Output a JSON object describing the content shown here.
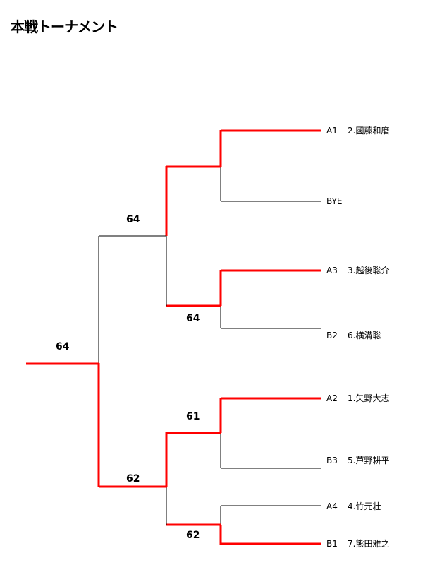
{
  "title": "本戦トーナメント",
  "colors": {
    "winner": "#ff0000",
    "line": "#000000"
  },
  "entries": [
    {
      "seed": "A1",
      "name": "2.國藤和磨"
    },
    {
      "seed": "",
      "name": "BYE"
    },
    {
      "seed": "A3",
      "name": "3.越後聡介"
    },
    {
      "seed": "B2",
      "name": "6.横溝聡"
    },
    {
      "seed": "A2",
      "name": "1.矢野大志"
    },
    {
      "seed": "B3",
      "name": "5.芦野耕平"
    },
    {
      "seed": "A4",
      "name": "4.竹元壮"
    },
    {
      "seed": "B1",
      "name": "7.熊田雅之"
    }
  ],
  "scores": {
    "r1_match2": "64",
    "r1_match3": "61",
    "r1_match4": "62",
    "semi_top": "64",
    "semi_bottom": "62",
    "final": "64"
  }
}
